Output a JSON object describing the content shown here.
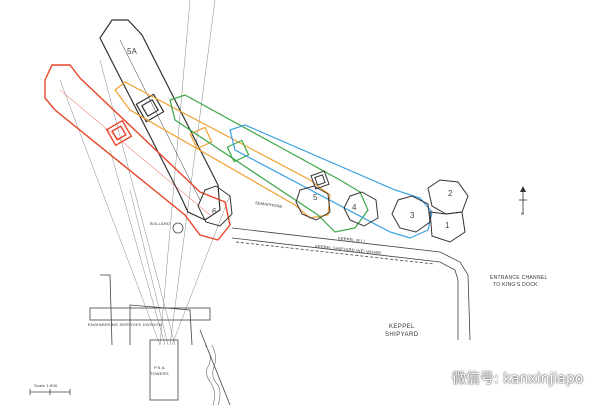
{
  "labels": {
    "keppel_wharf": "KEPPEL W.I.I",
    "shipyard_wharf": "KEPPEL SHIPYARD (NE) WHARF",
    "entrance_line1": "ENTRANCE CHANNEL",
    "entrance_line2": "TO KING'S DOCK",
    "shipyard_line1": "KEPPEL",
    "shipyard_line2": "SHIPYARD",
    "engineering": "ENGINEERING SERVICES DIVISION",
    "psa_line1": "P.S.A",
    "psa_line2": "TOWERS",
    "scale": "Scale 1:500",
    "bollard": "BOLLARD",
    "semaphore": "SEMAPHORE",
    "berth_numbers": [
      "5A",
      "1",
      "2",
      "3",
      "4",
      "5",
      "6"
    ],
    "north": "N"
  },
  "watermark": {
    "text": "微信号: kanxinjiapo"
  },
  "colors": {
    "red": "#e8452a",
    "orange": "#f0a030",
    "green": "#3aa845",
    "blue": "#3aa0e0",
    "black": "#333333"
  }
}
